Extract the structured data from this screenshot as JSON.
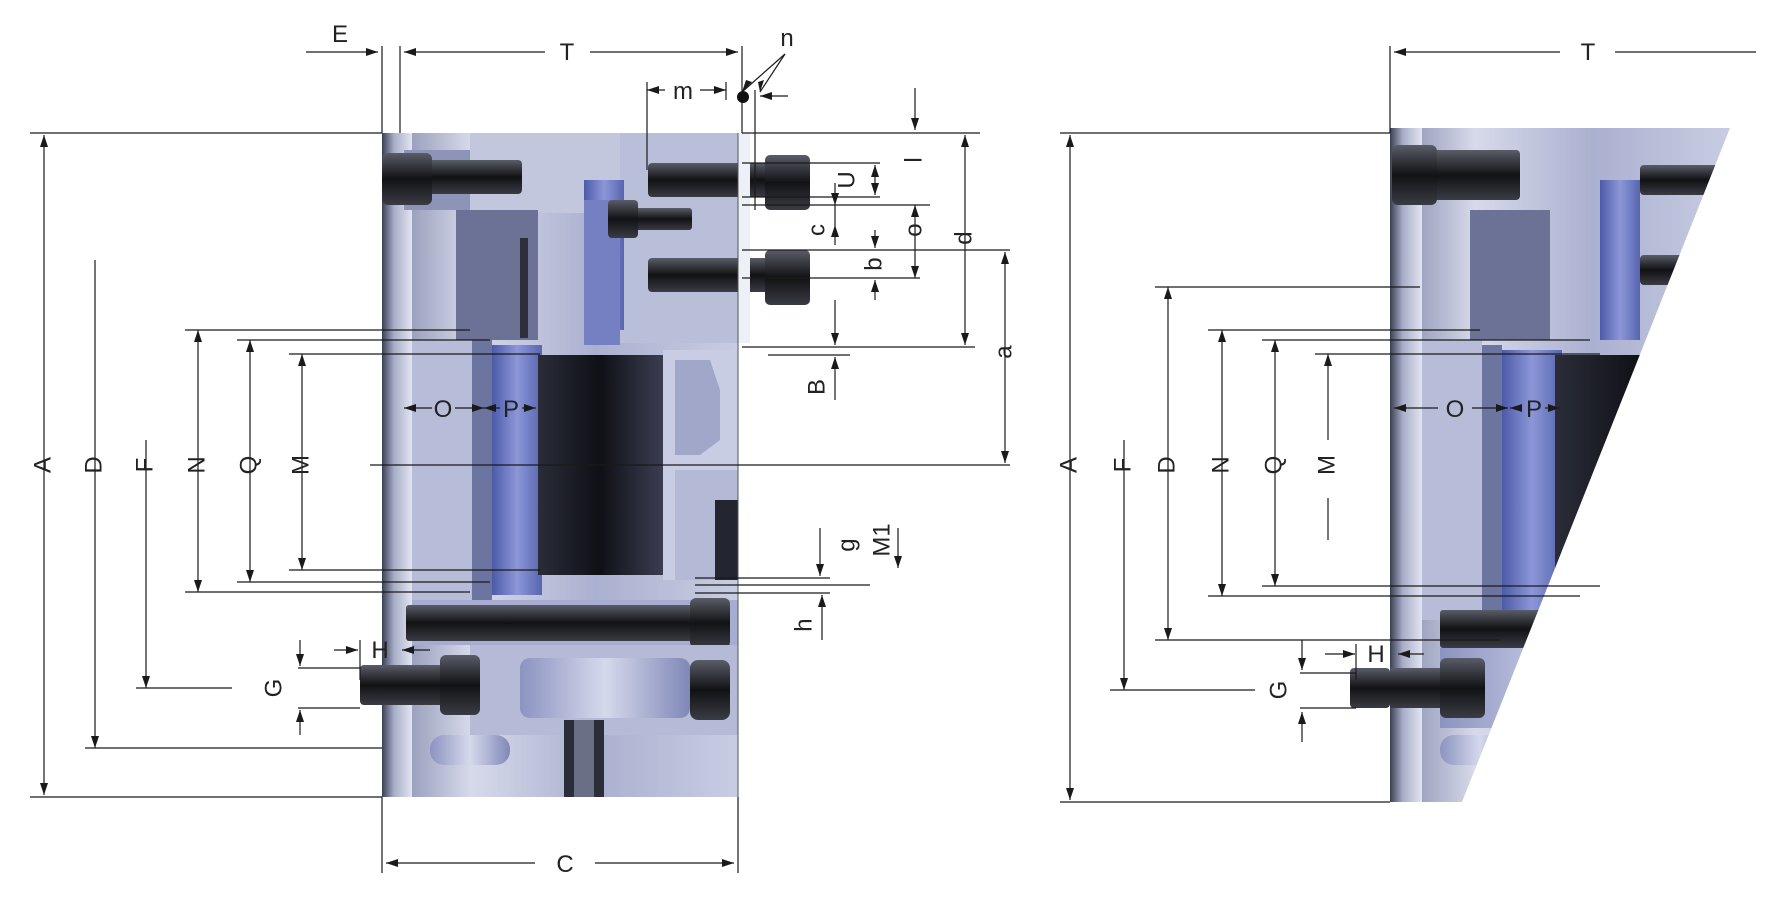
{
  "left_view": {
    "labels": {
      "A": "A",
      "D": "D",
      "F": "F",
      "N": "N",
      "Q": "Q",
      "M": "M",
      "E": "E",
      "T": "T",
      "C": "C",
      "O": "O",
      "P": "P",
      "H": "H",
      "G": "G",
      "n": "n",
      "m": "m",
      "l": "l",
      "U": "U",
      "o": "o",
      "c": "c",
      "b": "b",
      "d": "d",
      "a": "a",
      "B": "B",
      "g": "g",
      "M1": "M1",
      "h": "h"
    }
  },
  "right_view": {
    "labels": {
      "A": "A",
      "F": "F",
      "D": "D",
      "N": "N",
      "Q": "Q",
      "M": "M",
      "T": "T",
      "O": "O",
      "P": "P",
      "H": "H",
      "G": "G"
    }
  },
  "colors": {
    "line": "#1a1a1a",
    "metal_light": "#c9cde3",
    "metal_mid": "#9aa2c8",
    "metal_dark": "#3c4470",
    "bore_dark": "#15161c",
    "accent_blue": "#6f7dc8"
  }
}
